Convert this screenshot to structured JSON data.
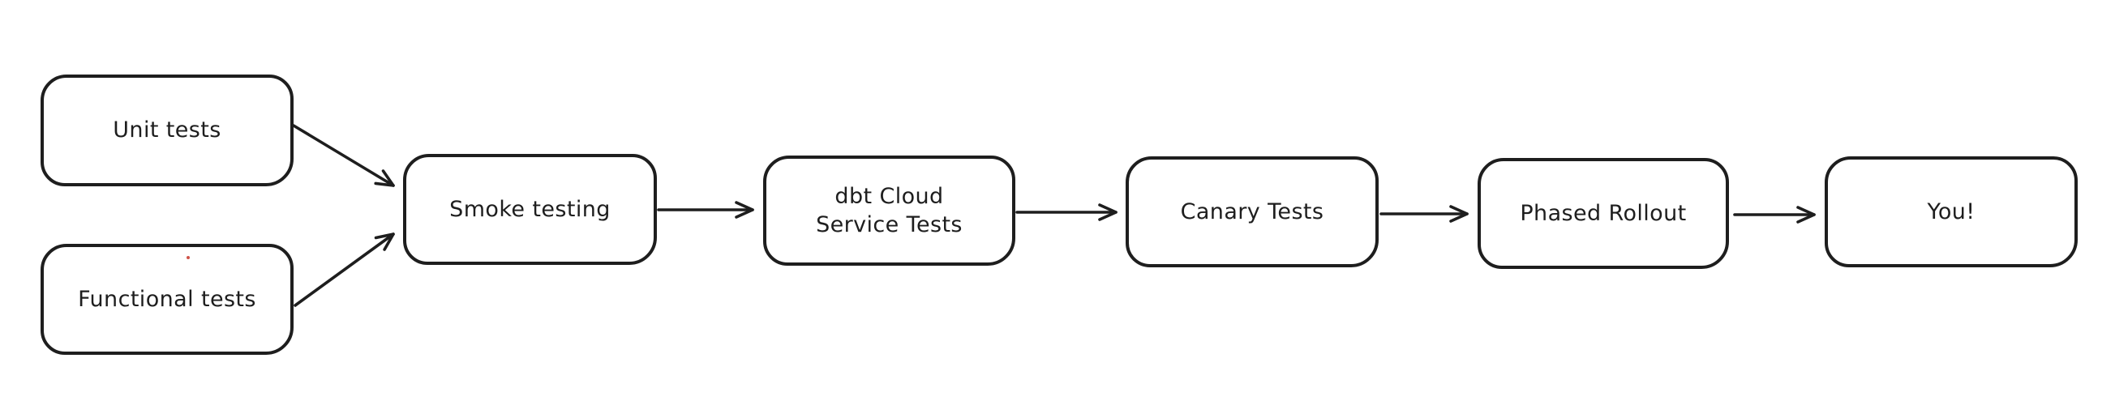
{
  "diagram": {
    "type": "flowchart",
    "style": "hand-drawn",
    "colors": {
      "stroke": "#1e1e1e",
      "background": "#ffffff",
      "artifact_dot": "#cf5349"
    },
    "nodes": [
      {
        "id": "unit-tests",
        "label": "Unit tests"
      },
      {
        "id": "functional-tests",
        "label": "Functional tests"
      },
      {
        "id": "smoke-testing",
        "label": "Smoke testing"
      },
      {
        "id": "dbt-cloud-service-tests",
        "label": "dbt Cloud Service Tests",
        "lines": [
          "dbt Cloud",
          "Service Tests"
        ]
      },
      {
        "id": "canary-tests",
        "label": "Canary Tests"
      },
      {
        "id": "phased-rollout",
        "label": "Phased Rollout"
      },
      {
        "id": "you",
        "label": "You!"
      }
    ],
    "edges": [
      {
        "from": "unit-tests",
        "to": "smoke-testing"
      },
      {
        "from": "functional-tests",
        "to": "smoke-testing"
      },
      {
        "from": "smoke-testing",
        "to": "dbt-cloud-service-tests"
      },
      {
        "from": "dbt-cloud-service-tests",
        "to": "canary-tests"
      },
      {
        "from": "canary-tests",
        "to": "phased-rollout"
      },
      {
        "from": "phased-rollout",
        "to": "you"
      }
    ]
  }
}
